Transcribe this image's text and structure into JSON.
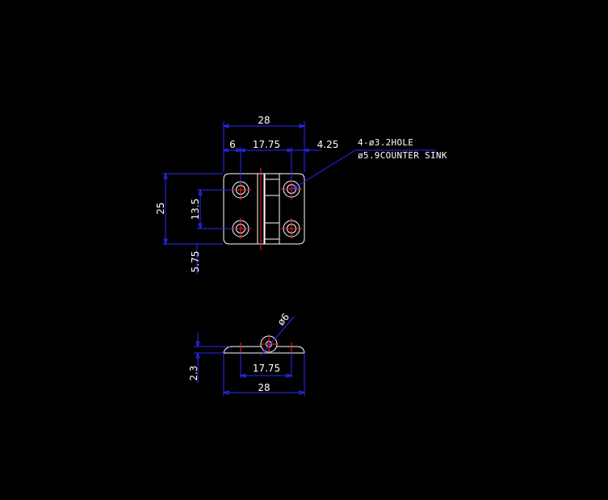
{
  "colors": {
    "background": "#000000",
    "outline": "#ffffff",
    "dimension": "#2a2aff",
    "centerline": "#ff2020",
    "text": "#ffffff"
  },
  "top_view": {
    "dim_overall_width": "28",
    "dim_left_offset": "6",
    "dim_hole_spacing": "17.75",
    "dim_right_offset": "4.25",
    "dim_overall_height": "25",
    "dim_hole_vertical": "13.5",
    "dim_bottom_offset": "5.75",
    "note_line1": "4-ø3.2HOLE",
    "note_line2": "ø5.9COUNTER SINK"
  },
  "side_view": {
    "dim_pin_diameter": "ø6",
    "dim_thickness": "2.3",
    "dim_hole_spacing": "17.75",
    "dim_overall_width": "28"
  }
}
